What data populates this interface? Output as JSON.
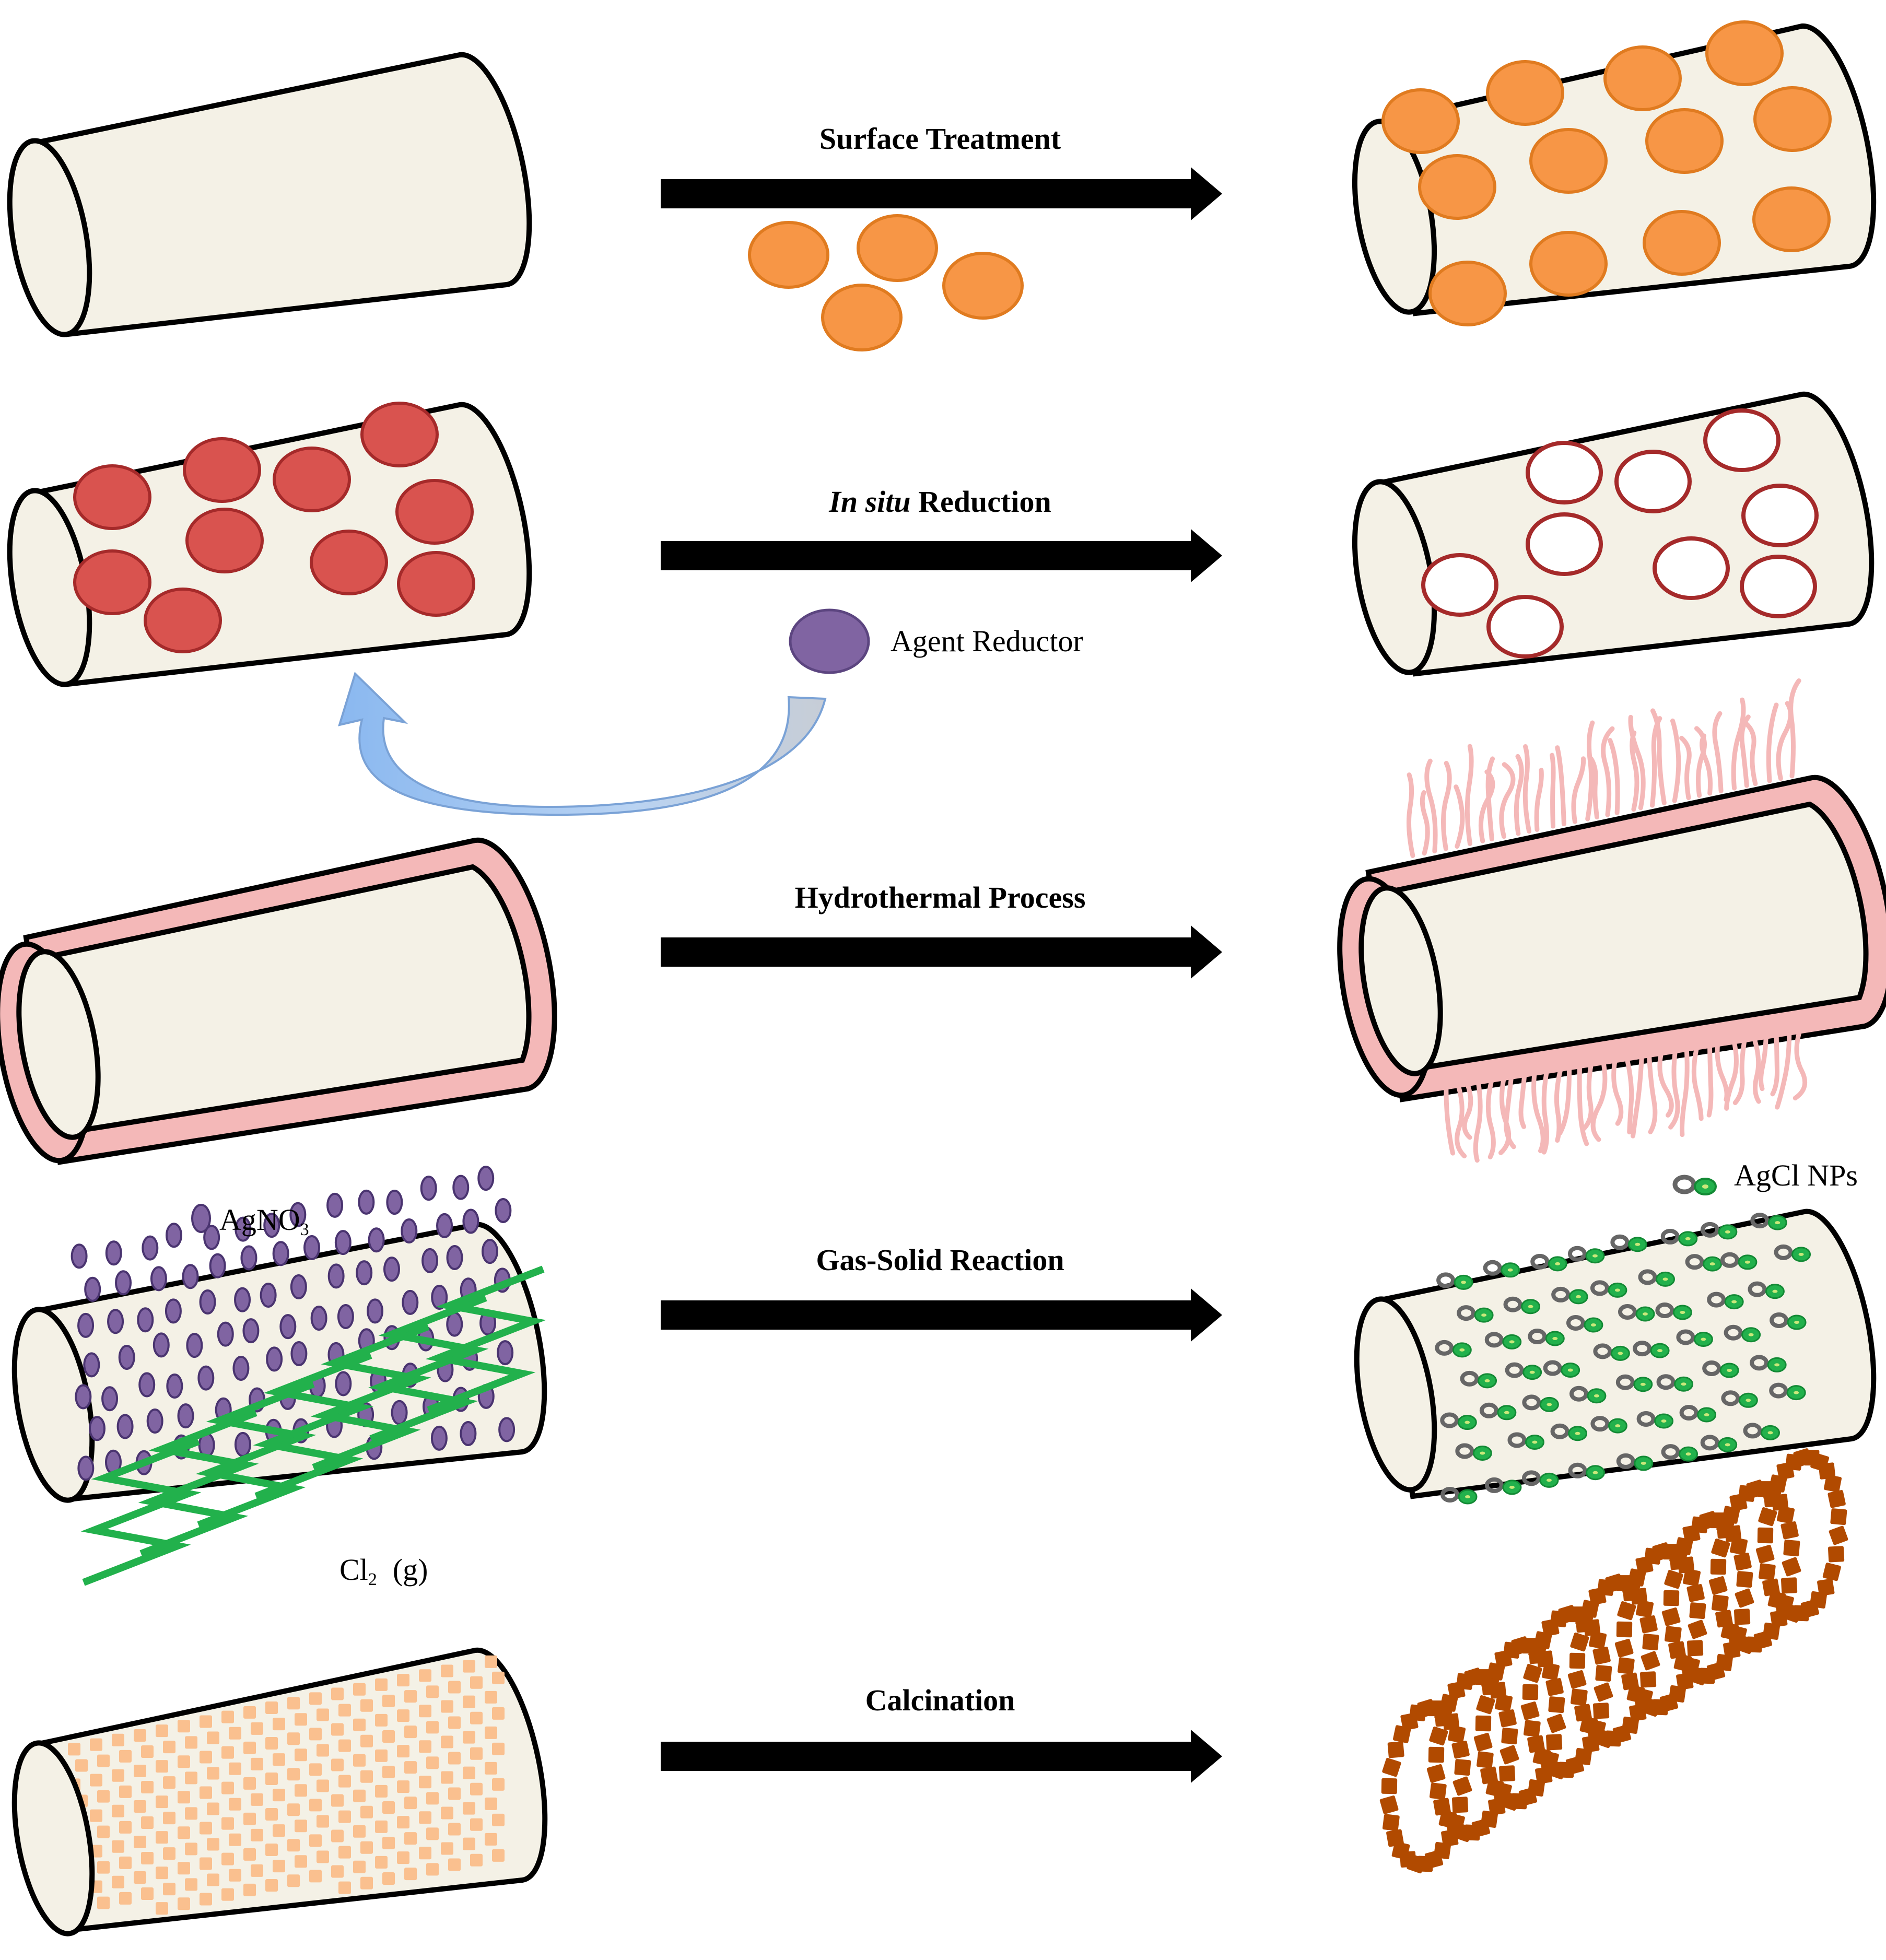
{
  "steps": [
    {
      "id": "surface",
      "label": "Surface Treatment"
    },
    {
      "id": "insitu",
      "label_italic": "In situ",
      "label_rest": " Reduction"
    },
    {
      "id": "hydro",
      "label": "Hydrothermal Process"
    },
    {
      "id": "gas",
      "label": "Gas-Solid Reaction"
    },
    {
      "id": "calc",
      "label": "Calcination"
    }
  ],
  "annotations": {
    "agent_reductor": "Agent Reductor",
    "agno3_main": "AgNO",
    "agno3_sub": "3",
    "cl2_main": "Cl",
    "cl2_sub": "2",
    "cl2_state": "(g)",
    "agcl_nps": "AgCl NPs"
  },
  "colors": {
    "fiber_fill": "#f4f1e6",
    "outline": "#000000",
    "orange_particle": "#f79646",
    "orange_stroke": "#e07b20",
    "red_particle": "#d9534f",
    "red_stroke": "#a52a2a",
    "purple": "#8064a2",
    "pink": "#f4b8b8",
    "green": "#22b14c",
    "gray_ring": "#666666",
    "peach_square": "#fac08f",
    "brown_square": "#b14a00",
    "curved_arrow": "#9fc4ec"
  }
}
